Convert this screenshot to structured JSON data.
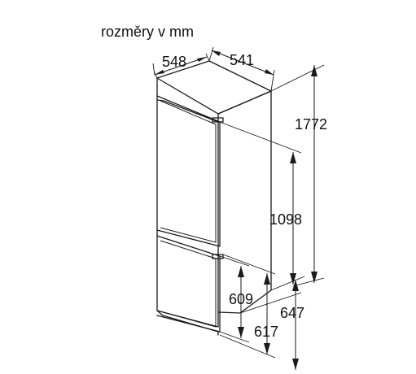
{
  "title": "rozměry v mm",
  "dimensions": {
    "depth": "548",
    "width": "541",
    "height": "1772",
    "niche_height": "1098",
    "lower_height_a": "609",
    "lower_height_b": "617",
    "lower_height_c": "647"
  },
  "colors": {
    "line": "#1a1a1a",
    "background": "#ffffff"
  }
}
